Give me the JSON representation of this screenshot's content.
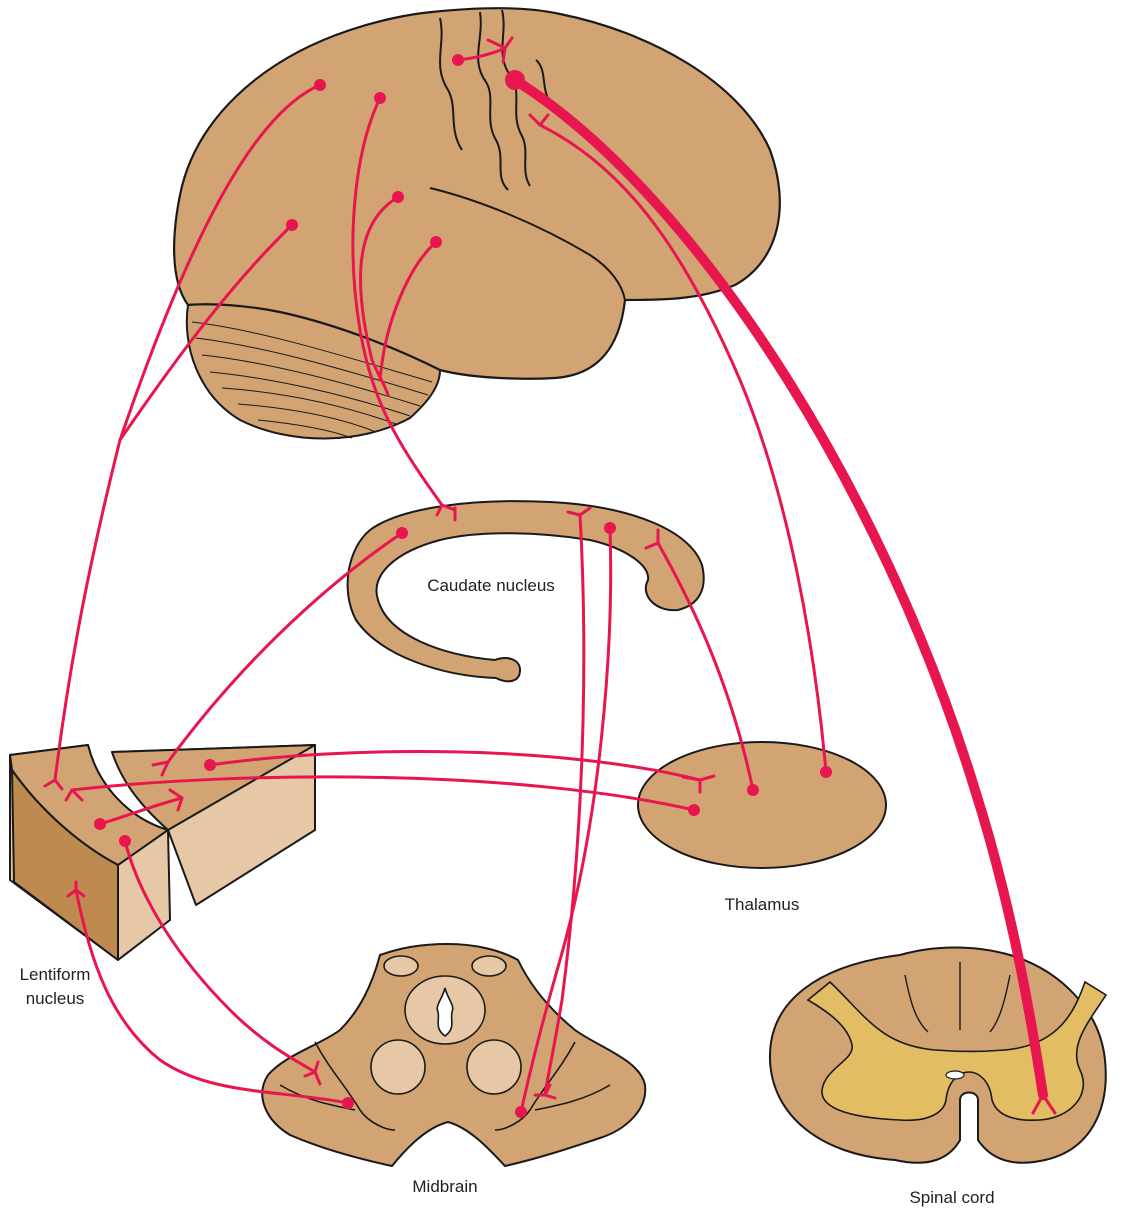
{
  "labels": {
    "caudate": "Caudate nucleus",
    "thalamus": "Thalamus",
    "lentiform_line1": "Lentiform",
    "lentiform_line2": "nucleus",
    "midbrain": "Midbrain",
    "spinal_cord": "Spinal cord"
  },
  "colors": {
    "tissue": "#D2A473",
    "tissue_light": "#E6C8A6",
    "tissue_dark": "#BF8A4F",
    "grey_matter": "#E2BD63",
    "pathway": "#E8164E",
    "outline": "#1a1a1a"
  }
}
